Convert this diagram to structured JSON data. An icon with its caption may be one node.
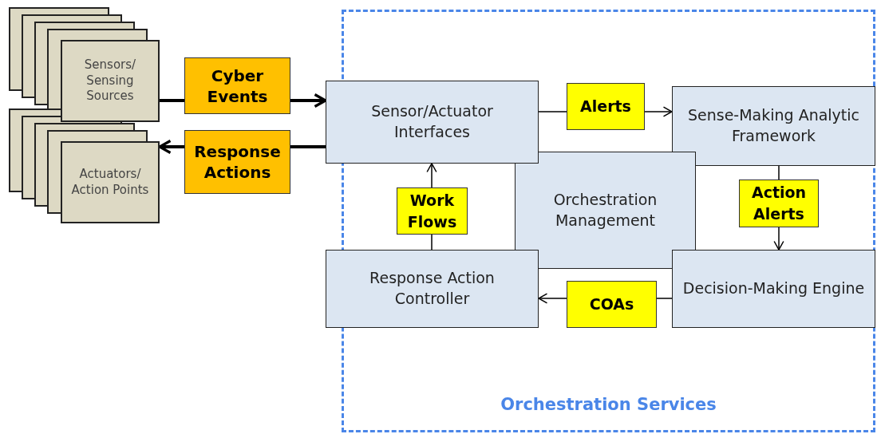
{
  "diagram": {
    "nodes": [
      {
        "text": [
          "Orchestration Services"
        ]
      },
      {
        "text": [
          "Sensors/ Sensing Sources"
        ]
      },
      {
        "text": [
          "Actuators/ Action Points"
        ]
      },
      {
        "text": [
          "Cyber Events"
        ]
      },
      {
        "text": [
          "Response Actions"
        ]
      },
      {
        "text": [
          "Sensor/Actuator Interfaces"
        ]
      },
      {
        "text": [
          "Alerts"
        ],
        "in": 0
      },
      {
        "text": [
          "Sense-Making Analytic Framework"
        ],
        "in": 0
      },
      {
        "text": [
          "Work Flows"
        ],
        "in": 0
      },
      {
        "text": [
          "Orchestration Management"
        ],
        "in": 0
      },
      {
        "text": [
          "Action Alerts"
        ],
        "in": 0
      },
      {
        "text": [
          "Response Action Controller"
        ]
      },
      {
        "text": [
          "COAs"
        ],
        "in": 0
      },
      {
        "text": [
          "Decision-Making Engine"
        ],
        "in": 0
      }
    ],
    "edges": [
      {
        "from": 1,
        "to": 3,
        "arrow": "none",
        "style": "thick"
      },
      {
        "from": 3,
        "to": 5,
        "arrow": "to",
        "style": "thick"
      },
      {
        "from": 5,
        "to": 4,
        "arrow": "none",
        "style": "thick"
      },
      {
        "from": 4,
        "to": 2,
        "arrow": "to",
        "style": "thick"
      },
      {
        "from": 5,
        "to": 6,
        "arrow": "none"
      },
      {
        "from": 6,
        "to": 7,
        "arrow": "to"
      },
      {
        "from": 7,
        "to": 10,
        "arrow": "none"
      },
      {
        "from": 10,
        "to": 13,
        "arrow": "to"
      },
      {
        "from": 13,
        "to": 12,
        "arrow": "none"
      },
      {
        "from": 12,
        "to": 11,
        "arrow": "to"
      },
      {
        "from": 11,
        "to": 8,
        "arrow": "none"
      },
      {
        "from": 8,
        "to": 5,
        "arrow": "to"
      }
    ]
  }
}
